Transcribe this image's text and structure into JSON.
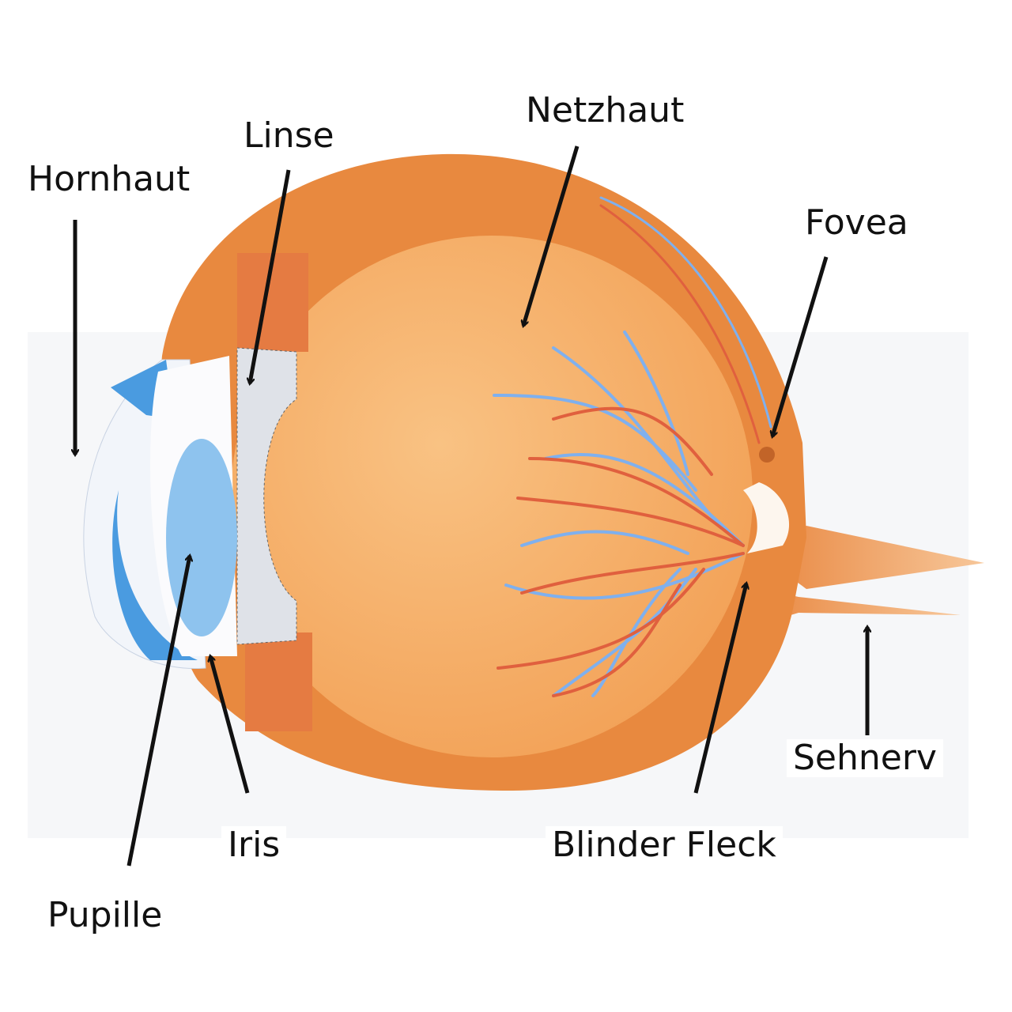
{
  "labels": {
    "hornhaut": "Hornhaut",
    "linse": "Linse",
    "netzhaut": "Netzhaut",
    "fovea": "Fovea",
    "sehnerv": "Sehnerv",
    "blinder_fleck": "Blinder Fleck",
    "iris": "Iris",
    "pupille": "Pupille"
  },
  "colors": {
    "sclera": "#e8893f",
    "vitreous": "#f7b36e",
    "cornea": "#f2f5fa",
    "lens": "#8ec3ee",
    "iris": "#4a9be0",
    "vessel_red": "#e0603e",
    "vessel_blue": "#7fb0ee",
    "arrow": "#111111"
  }
}
